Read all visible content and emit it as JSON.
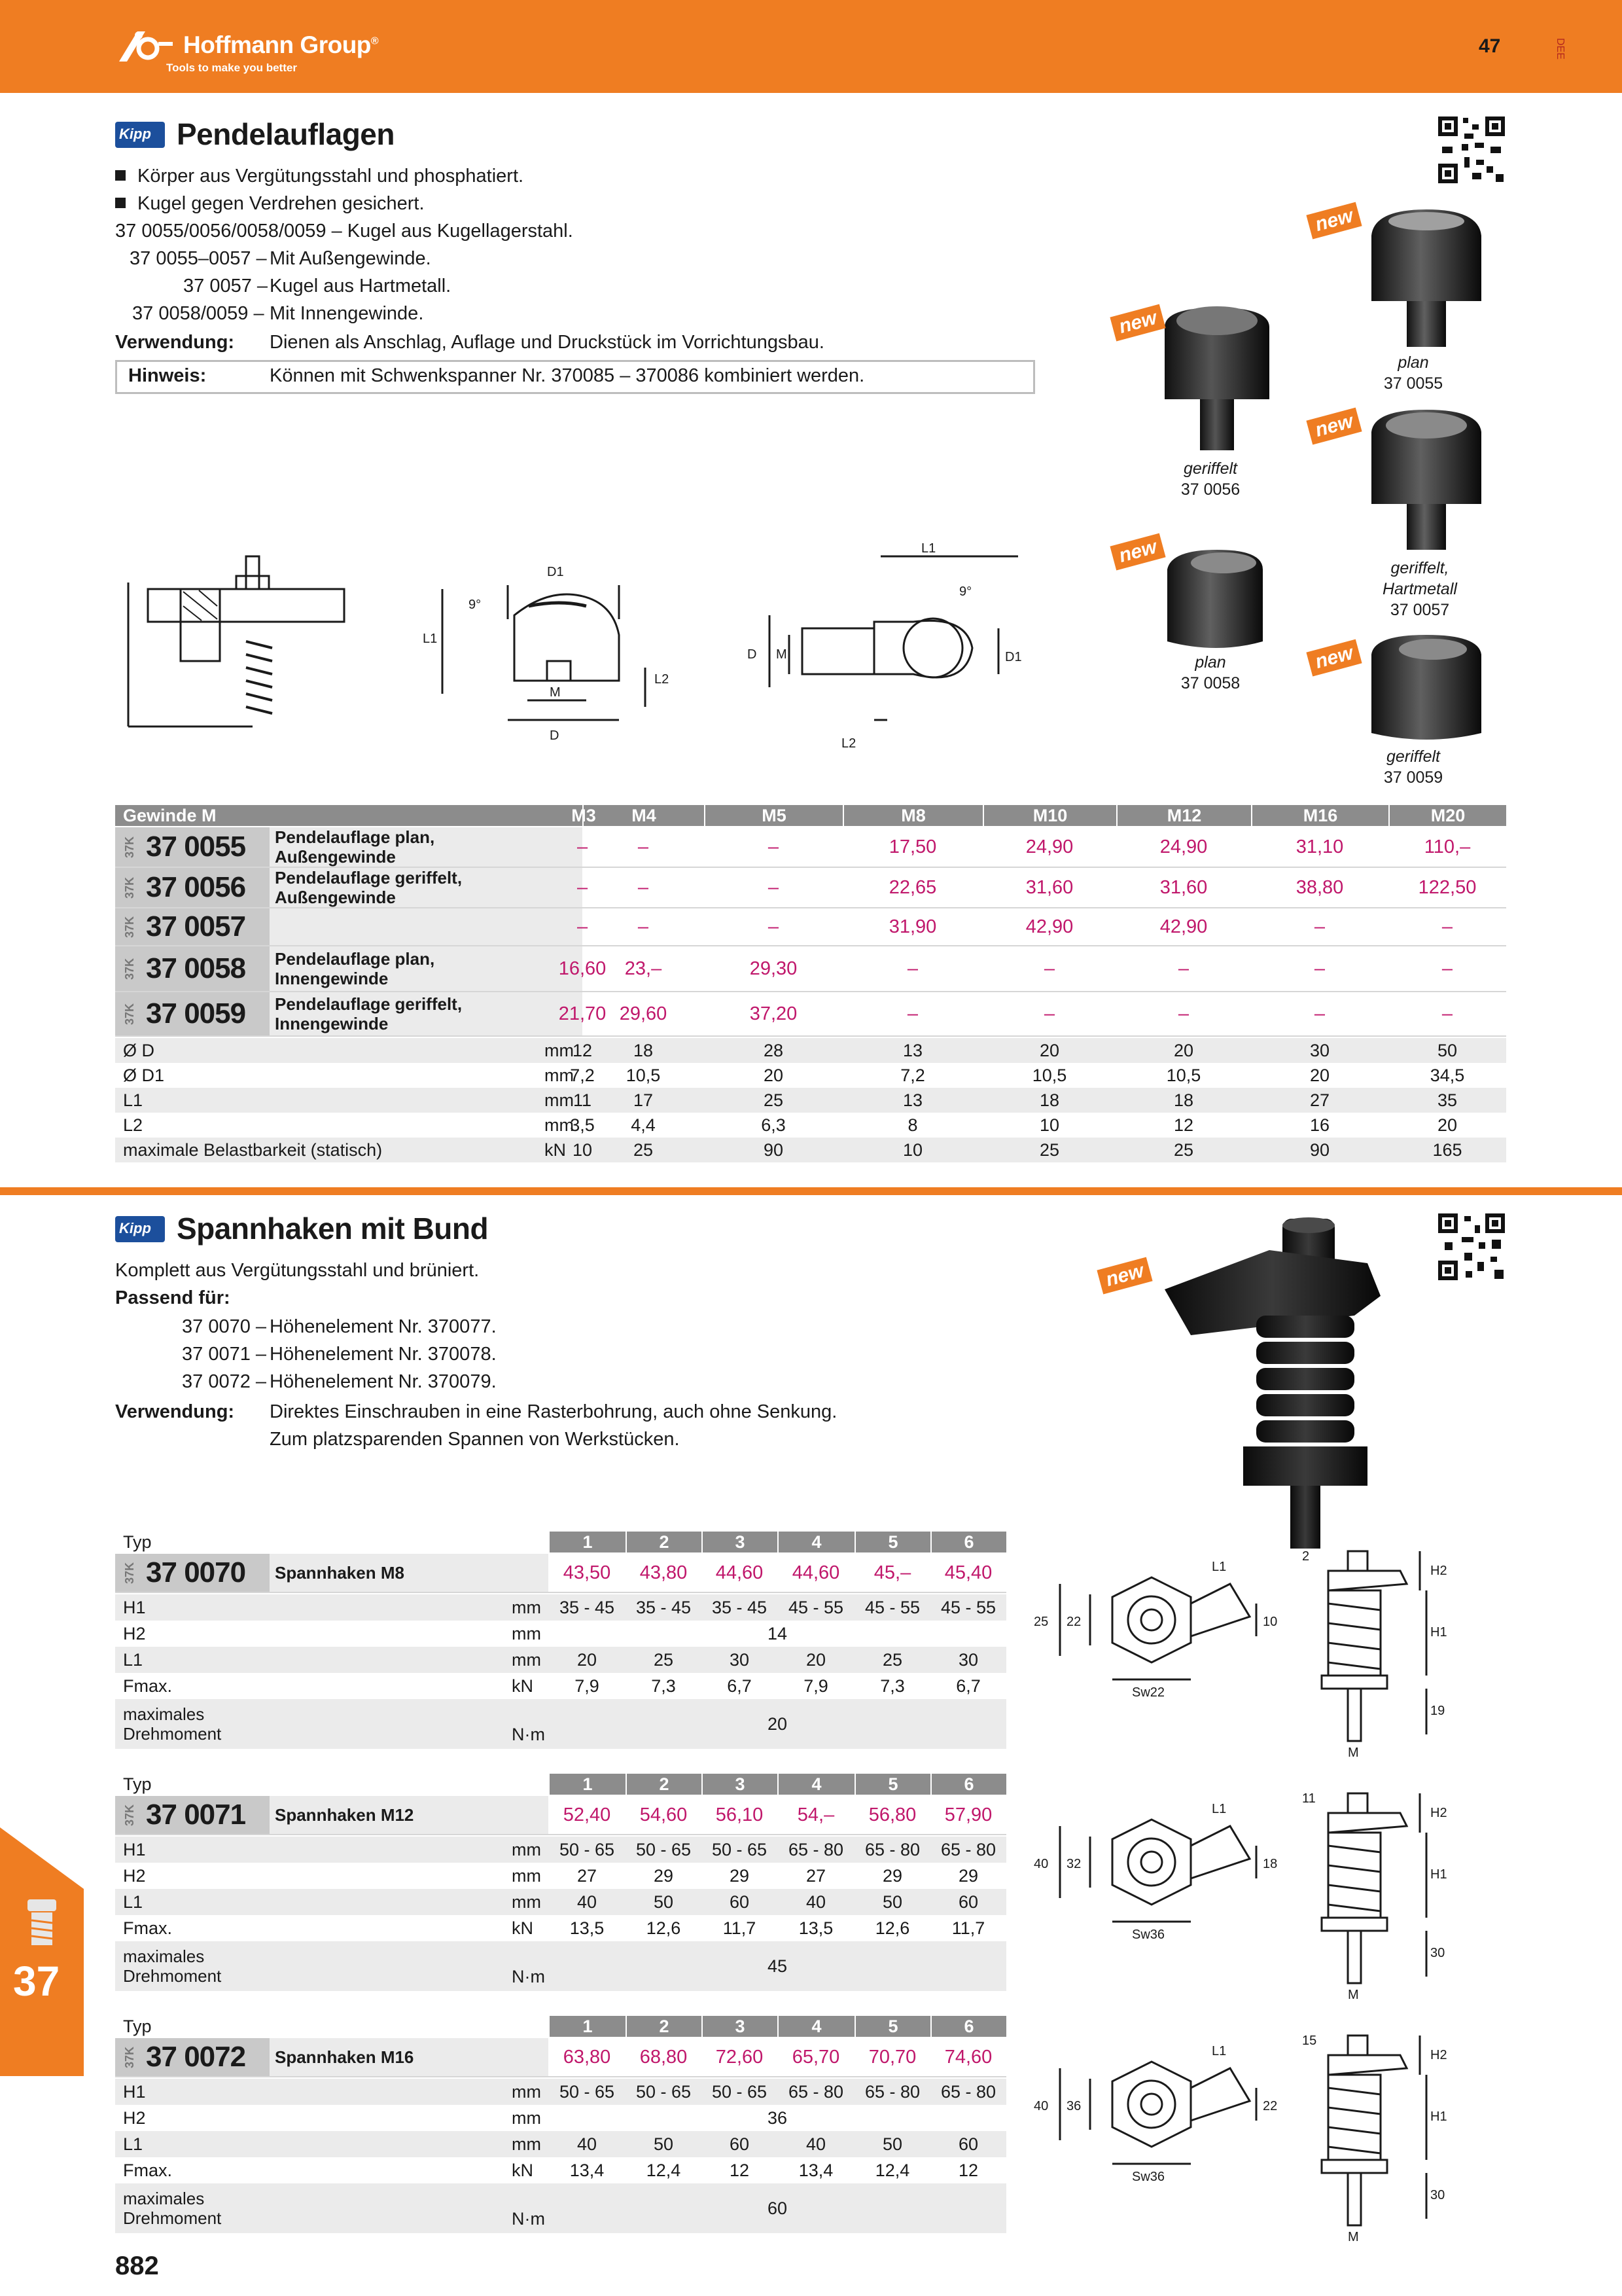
{
  "header": {
    "brand": "Hoffmann Group",
    "reg": "®",
    "tagline": "Tools to make you better",
    "page": "47",
    "lang": "DEE",
    "brand_color": "#ef7d22"
  },
  "sec1": {
    "kipp": "Kipp",
    "title": "Pendelauflagen",
    "bullets": [
      "Körper aus Vergütungsstahl und phosphatiert.",
      "Kugel gegen Verdrehen gesichert."
    ],
    "l1": "37 0055/0056/0058/0059 – Kugel aus Kugellagerstahl.",
    "l2a": "37 0055–0057 –",
    "l2b": "Mit Außengewinde.",
    "l3a": "37 0057 –",
    "l3b": "Kugel aus Hartmetall.",
    "l4a": "37 0058/0059 –",
    "l4b": "Mit Innengewinde.",
    "use_label": "Verwendung:",
    "use_text": "Dienen als Anschlag, Auflage und Druckstück im Vorrichtungsbau.",
    "note_label": "Hinweis:",
    "note_text": "Können mit Schwenkspanner Nr. 370085 – 370086 kombiniert werden.",
    "new": "new",
    "cap_0055a": "plan",
    "cap_0055b": "37 0055",
    "cap_0056a": "geriffelt",
    "cap_0056b": "37 0056",
    "cap_0057a": "geriffelt,",
    "cap_0057b": "Hartmetall",
    "cap_0057c": "37 0057",
    "cap_0058a": "plan",
    "cap_0058b": "37 0058",
    "cap_0059a": "geriffelt",
    "cap_0059b": "37 0059",
    "d_D1": "D1",
    "d_L1": "L1",
    "d_L2": "L2",
    "d_D": "D",
    "d_M": "M",
    "d_9": "9°"
  },
  "t1": {
    "head": "Gewinde M",
    "cols": [
      "M3",
      "M4",
      "M5",
      "M8",
      "M10",
      "M12",
      "M16",
      "M20"
    ],
    "k37": "37K",
    "arts": [
      {
        "num": "37 0055",
        "d1": "Pendelauflage plan,",
        "d2": "Außengewinde",
        "v": [
          "–",
          "–",
          "–",
          "17,50",
          "24,90",
          "24,90",
          "31,10",
          "110,–"
        ]
      },
      {
        "num": "37 0056",
        "d1": "Pendelauflage geriffelt,",
        "d2": "Außengewinde",
        "v": [
          "–",
          "–",
          "–",
          "22,65",
          "31,60",
          "31,60",
          "38,80",
          "122,50"
        ]
      },
      {
        "num": "37 0057",
        "d1": "",
        "d2": "",
        "v": [
          "–",
          "–",
          "–",
          "31,90",
          "42,90",
          "42,90",
          "–",
          "–"
        ]
      },
      {
        "num": "37 0058",
        "d1": "Pendelauflage plan,",
        "d2": "Innengewinde",
        "v": [
          "16,60",
          "23,–",
          "29,30",
          "–",
          "–",
          "–",
          "–",
          "–"
        ]
      },
      {
        "num": "37 0059",
        "d1": "Pendelauflage geriffelt,",
        "d2": "Innengewinde",
        "v": [
          "21,70",
          "29,60",
          "37,20",
          "–",
          "–",
          "–",
          "–",
          "–"
        ]
      }
    ],
    "dims": [
      {
        "l": "Ø D",
        "u": "mm",
        "v": [
          "12",
          "18",
          "28",
          "13",
          "20",
          "20",
          "30",
          "50"
        ]
      },
      {
        "l": "Ø D1",
        "u": "mm",
        "v": [
          "7,2",
          "10,5",
          "20",
          "7,2",
          "10,5",
          "10,5",
          "20",
          "34,5"
        ]
      },
      {
        "l": "L1",
        "u": "mm",
        "v": [
          "11",
          "17",
          "25",
          "13",
          "18",
          "18",
          "27",
          "35"
        ]
      },
      {
        "l": "L2",
        "u": "mm",
        "v": [
          "3,5",
          "4,4",
          "6,3",
          "8",
          "10",
          "12",
          "16",
          "20"
        ]
      },
      {
        "l": "maximale Belastbarkeit (statisch)",
        "u": "kN",
        "v": [
          "10",
          "25",
          "90",
          "10",
          "25",
          "25",
          "90",
          "165"
        ]
      }
    ]
  },
  "sec2": {
    "kipp": "Kipp",
    "title": "Spannhaken mit Bund",
    "l1": "Komplett aus Vergütungsstahl und brüniert.",
    "l2": "Passend für:",
    "r1a": "37 0070 –",
    "r1b": "Höhenelement Nr. 370077.",
    "r2a": "37 0071 –",
    "r2b": "Höhenelement Nr. 370078.",
    "r3a": "37 0072 –",
    "r3b": "Höhenelement Nr. 370079.",
    "use_label": "Verwendung:",
    "use_1": "Direktes Einschrauben in eine Rasterbohrung, auch ohne Senkung.",
    "use_2": "Zum platzsparenden Spannen von Werkstücken.",
    "new": "new"
  },
  "st": [
    {
      "typ": "Typ",
      "cols": [
        "1",
        "2",
        "3",
        "4",
        "5",
        "6"
      ],
      "k37": "37K",
      "num": "37 0070",
      "desc": "Spannhaken M8",
      "prices": [
        "43,50",
        "43,80",
        "44,60",
        "44,60",
        "45,–",
        "45,40"
      ],
      "h1": [
        "35 - 45",
        "35 - 45",
        "35 - 45",
        "45 - 55",
        "45 - 55",
        "45 - 55"
      ],
      "h2": "14",
      "l1": [
        "20",
        "25",
        "30",
        "20",
        "25",
        "30"
      ],
      "f": [
        "7,9",
        "7,3",
        "6,7",
        "7,9",
        "7,3",
        "6,7"
      ],
      "md": "20",
      "dg": {
        "a": "25",
        "b": "22",
        "c": "10",
        "sw": "Sw22",
        "top": "2",
        "side": "19",
        "l1": "L1",
        "h1": "H1",
        "h2": "H2",
        "m": "M"
      }
    },
    {
      "typ": "Typ",
      "cols": [
        "1",
        "2",
        "3",
        "4",
        "5",
        "6"
      ],
      "k37": "37K",
      "num": "37 0071",
      "desc": "Spannhaken M12",
      "prices": [
        "52,40",
        "54,60",
        "56,10",
        "54,–",
        "56,80",
        "57,90"
      ],
      "h1": [
        "50 - 65",
        "50 - 65",
        "50 - 65",
        "65 - 80",
        "65 - 80",
        "65 - 80"
      ],
      "h2": [
        "27",
        "29",
        "29",
        "27",
        "29",
        "29"
      ],
      "l1": [
        "40",
        "50",
        "60",
        "40",
        "50",
        "60"
      ],
      "f": [
        "13,5",
        "12,6",
        "11,7",
        "13,5",
        "12,6",
        "11,7"
      ],
      "md": "45",
      "dg": {
        "a": "40",
        "b": "32",
        "c": "18",
        "sw": "Sw36",
        "top": "11",
        "side": "30",
        "l1": "L1",
        "h1": "H1",
        "h2": "H2",
        "m": "M"
      }
    },
    {
      "typ": "Typ",
      "cols": [
        "1",
        "2",
        "3",
        "4",
        "5",
        "6"
      ],
      "k37": "37K",
      "num": "37 0072",
      "desc": "Spannhaken M16",
      "prices": [
        "63,80",
        "68,80",
        "72,60",
        "65,70",
        "70,70",
        "74,60"
      ],
      "h1": [
        "50 - 65",
        "50 - 65",
        "50 - 65",
        "65 - 80",
        "65 - 80",
        "65 - 80"
      ],
      "h2": "36",
      "l1": [
        "40",
        "50",
        "60",
        "40",
        "50",
        "60"
      ],
      "f": [
        "13,4",
        "12,4",
        "12",
        "13,4",
        "12,4",
        "12"
      ],
      "md": "60",
      "dg": {
        "a": "40",
        "b": "36",
        "c": "22",
        "sw": "Sw36",
        "top": "15",
        "side": "30",
        "l1": "L1",
        "h1": "H1",
        "h2": "H2",
        "m": "M"
      }
    }
  ],
  "st_labels": {
    "h1": "H1",
    "h2": "H2",
    "l1": "L1",
    "f": "Fmax.",
    "md1": "maximales",
    "md2": "Drehmoment",
    "mm": "mm",
    "kn": "kN",
    "nm": "N·m"
  },
  "side": {
    "num": "37"
  },
  "footer": {
    "page": "882"
  }
}
